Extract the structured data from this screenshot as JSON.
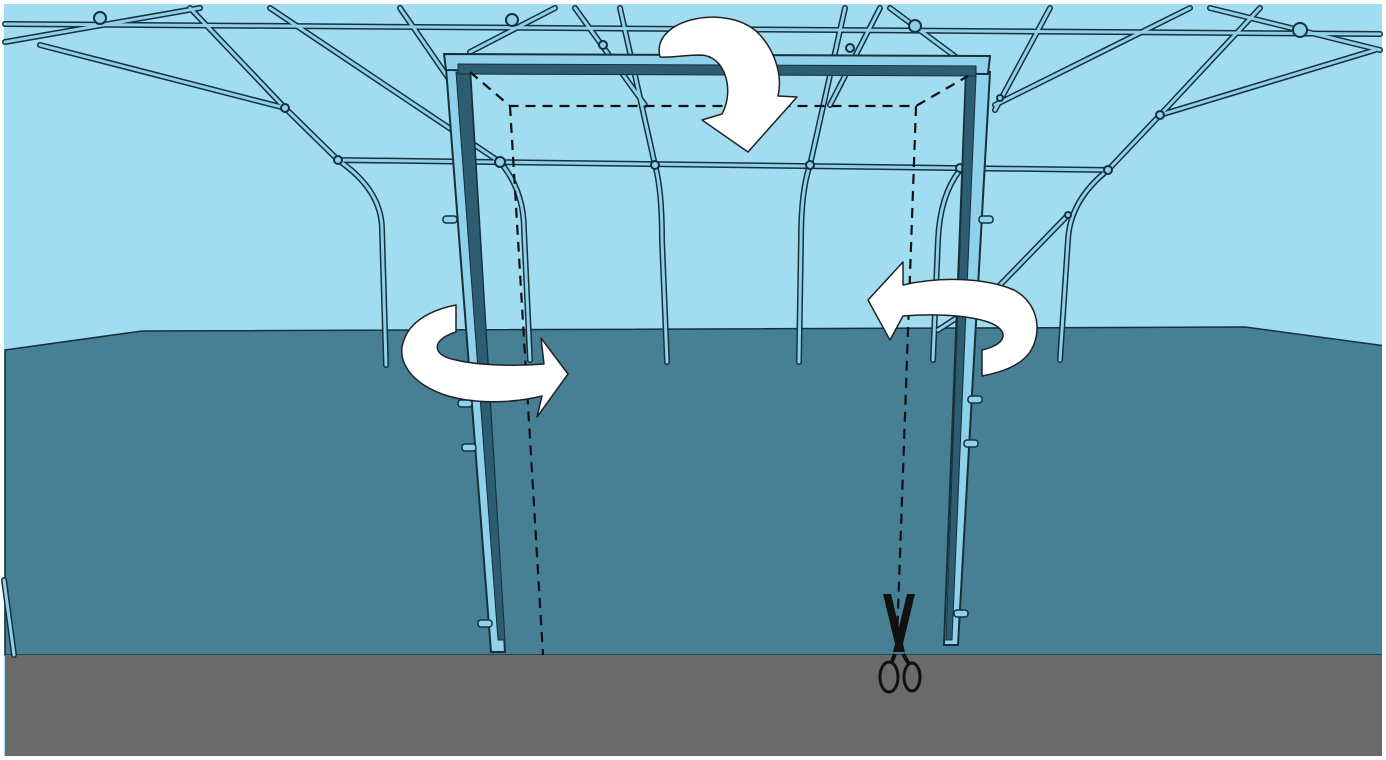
{
  "diagram": {
    "colors": {
      "sky": "#a2dcf0",
      "wall": "#477f95",
      "ground": "#6a6a6a",
      "frame_fill": "#8fd0ea",
      "frame_dark": "#2c5d72",
      "outline": "#16303c",
      "arrow_fill": "#ffffff",
      "arrow_stroke": "#222222",
      "cut_line": "#111111",
      "scissors": "#111111"
    },
    "arrows": {
      "top": "roll-down",
      "left": "wrap-right",
      "right": "wrap-left"
    },
    "tool": "scissors-icon"
  }
}
